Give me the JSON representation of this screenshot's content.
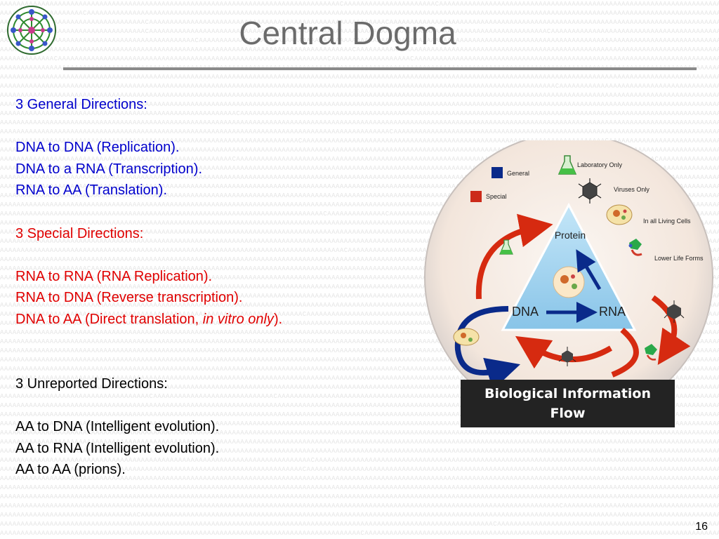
{
  "slide": {
    "title": "Central Dogma",
    "page_number": "16"
  },
  "body_lines": [
    {
      "text": "3 General Directions:",
      "color": "blue"
    },
    {
      "text": "",
      "color": "blue"
    },
    {
      "text": "DNA to DNA (Replication).",
      "color": "blue"
    },
    {
      "text": "DNA to a RNA (Transcription).",
      "color": "blue"
    },
    {
      "text": "RNA to AA (Translation).",
      "color": "blue"
    },
    {
      "text": "",
      "color": "blue"
    },
    {
      "text": "3 Special Directions:",
      "color": "red"
    },
    {
      "text": "",
      "color": "red"
    },
    {
      "text": "RNA to RNA (RNA Replication).",
      "color": "red"
    },
    {
      "text": "RNA to DNA (Reverse transcription).",
      "color": "red"
    },
    {
      "text": "DNA to AA (Direct translation, ",
      "italic_part": "in vitro only",
      "suffix": ").",
      "color": "red"
    },
    {
      "text": "",
      "color": "red"
    },
    {
      "text": "",
      "color": "black"
    },
    {
      "text": "3 Unreported Directions:",
      "color": "black"
    },
    {
      "text": "",
      "color": "black"
    },
    {
      "text": "AA to DNA (Intelligent evolution).",
      "color": "black"
    },
    {
      "text": "AA to RNA (Intelligent evolution).",
      "color": "black"
    },
    {
      "text": "AA to AA (prions).",
      "color": "black"
    }
  ],
  "figure": {
    "legend": {
      "general": "General",
      "special": "Special",
      "laboratory_only": "Laboratory Only",
      "viruses_only": "Viruses Only",
      "in_all_living_cells": "In all Living Cells",
      "lower_life_forms": "Lower Life Forms"
    },
    "nodes": {
      "protein": "Protein",
      "dna": "DNA",
      "rna": "RNA"
    },
    "caption_line1": "Biological Information",
    "caption_line2": "Flow"
  },
  "colors": {
    "title": "#6b6b6b",
    "general_arrow": "#0a2a8a",
    "special_arrow": "#d62a10",
    "triangle": "#9ad0ee",
    "globe": "#f7efe8"
  }
}
